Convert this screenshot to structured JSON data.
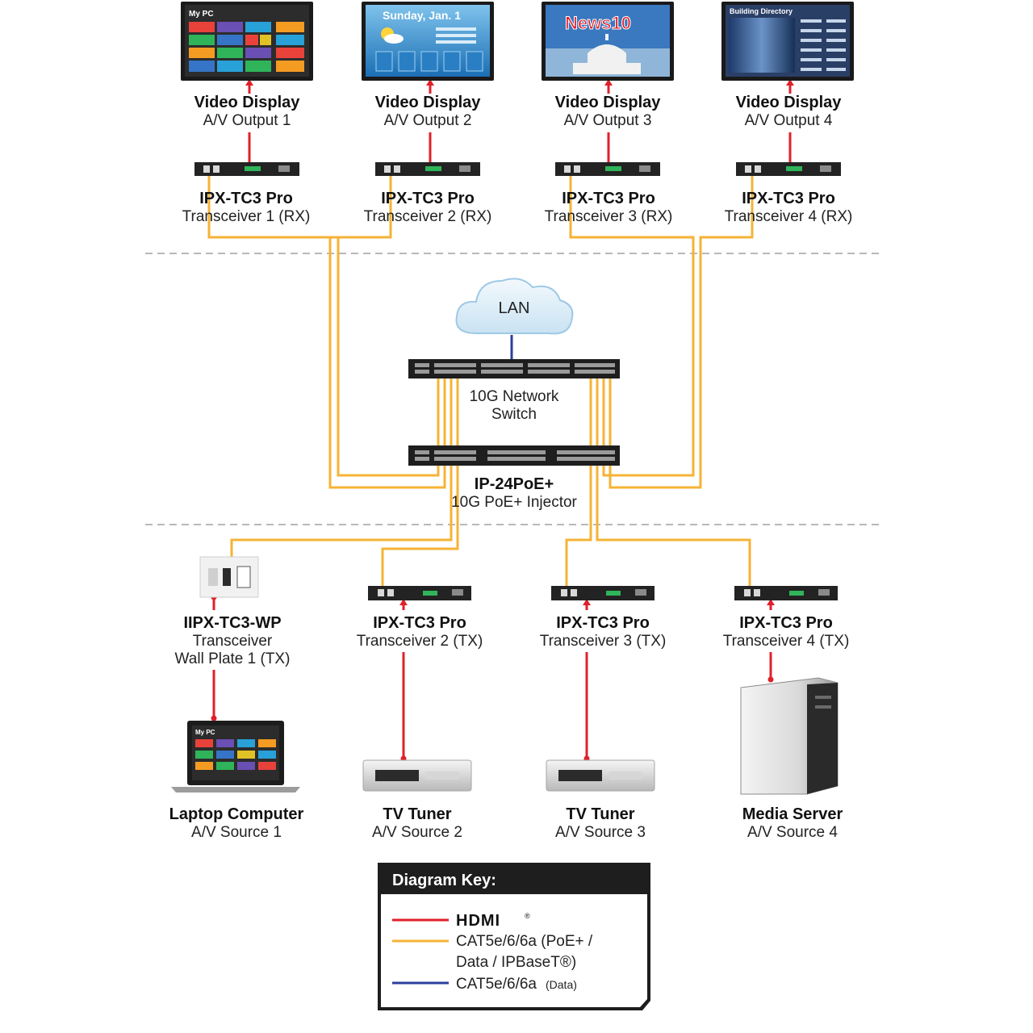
{
  "displays": [
    {
      "title": "Video Display",
      "subtitle": "A/V Output 1",
      "screen_text": "My PC"
    },
    {
      "title": "Video Display",
      "subtitle": "A/V Output 2",
      "screen_text": "Sunday, Jan. 1"
    },
    {
      "title": "Video Display",
      "subtitle": "A/V Output 3",
      "screen_text": "News10"
    },
    {
      "title": "Video Display",
      "subtitle": "A/V Output 4",
      "screen_text": "Building Directory"
    }
  ],
  "receivers": [
    {
      "title": "IPX-TC3 Pro",
      "subtitle": "Transceiver 1 (RX)"
    },
    {
      "title": "IPX-TC3 Pro",
      "subtitle": "Transceiver 2 (RX)"
    },
    {
      "title": "IPX-TC3 Pro",
      "subtitle": "Transceiver 3 (RX)"
    },
    {
      "title": "IPX-TC3 Pro",
      "subtitle": "Transceiver 4 (RX)"
    }
  ],
  "lan": {
    "label": "LAN"
  },
  "switch": {
    "line1": "10G Network",
    "line2": "Switch"
  },
  "injector": {
    "title": "IP-24PoE+",
    "subtitle": "10G PoE+ Injector"
  },
  "transmitters": [
    {
      "title": "IIPX-TC3-WP",
      "line1": "Transceiver",
      "line2": "Wall Plate 1 (TX)"
    },
    {
      "title": "IPX-TC3 Pro",
      "line1": "Transceiver 2 (TX)"
    },
    {
      "title": "IPX-TC3 Pro",
      "line1": "Transceiver 3 (TX)"
    },
    {
      "title": "IPX-TC3 Pro",
      "line1": "Transceiver 4 (TX)"
    }
  ],
  "sources": [
    {
      "title": "Laptop Computer",
      "subtitle": "A/V Source 1",
      "screen_text": "My PC"
    },
    {
      "title": "TV Tuner",
      "subtitle": "A/V Source 2"
    },
    {
      "title": "TV Tuner",
      "subtitle": "A/V Source 3"
    },
    {
      "title": "Media Server",
      "subtitle": "A/V Source 4"
    }
  ],
  "key": {
    "heading": "Diagram Key:",
    "hdmi_label": "HDMI",
    "cat_poe_line1": "CAT5e/6/6a (PoE+ /",
    "cat_poe_line2": "Data / IPBaseT®)",
    "cat_data_main": "CAT5e/6/6a",
    "cat_data_small": "(Data)"
  },
  "colors": {
    "hdmi": "#e0202a",
    "poe": "#f5b335",
    "data": "#2b3f9e",
    "device": "#222222",
    "divider": "#b8b8b8"
  }
}
